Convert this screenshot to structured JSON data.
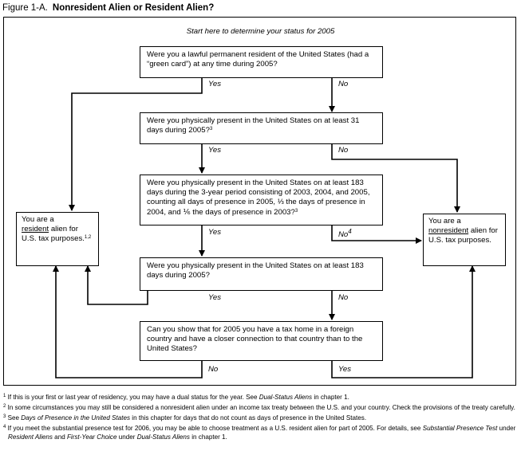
{
  "figure": {
    "number": "Figure 1-A.",
    "title": "Nonresident Alien or Resident Alien?"
  },
  "start_text": "Start here to determine your status for 2005",
  "questions": {
    "q1": "Were you a lawful permanent resident of the United States (had a “green card”) at any time during 2005?",
    "q2": "Were you physically present in the United States on at least 31 days during 2005?",
    "q2_note": "3",
    "q3": "Were you physically present in the United States on at least 183 days during the 3-year period consisting of 2003, 2004, and 2005, counting all days of presence in 2005, ⅓ the days of presence in 2004, and ⅙ the days of presence in 2003?",
    "q3_note": "3",
    "q4": "Were you physically present in the United States on at least 183 days during 2005?",
    "q5": "Can you show that for 2005 you have a tax home in a foreign country and have a closer connection to that country than to the United States?"
  },
  "outcomes": {
    "resident": {
      "pre": "You are a",
      "keyword": "resident",
      "post": "alien for U.S. tax purposes.",
      "note": "1,2"
    },
    "nonresident": {
      "pre": "You are a",
      "keyword": "nonresident",
      "post": "alien for U.S. tax purposes."
    }
  },
  "labels": {
    "yes": "Yes",
    "no": "No",
    "no_note": "4"
  },
  "footnotes": {
    "n1": {
      "mark": "1",
      "text": "If this is your first or last year of residency, you may have a dual status for the year. See ",
      "italic": "Dual-Status Aliens",
      "after": " in chapter 1."
    },
    "n2": {
      "mark": "2",
      "text": "In some circumstances you may still be considered a nonresident alien under an income tax treaty between the U.S. and your country. Check the provisions of the treaty carefully."
    },
    "n3": {
      "mark": "3",
      "text": "See ",
      "italic": "Days of Presence in the United States",
      "after": " in this chapter for days that do not count as days of presence in the United States."
    },
    "n4": {
      "mark": "4",
      "text": "If you meet the substantial presence test for 2006, you may be able to choose treatment as a U.S. resident alien for part of 2005. For details, see ",
      "italic": "Substantial Presence Test",
      "mid": " under ",
      "italic2": "Resident Aliens",
      "mid2": " and ",
      "italic3": "First-Year Choice",
      "mid3": " under ",
      "italic4": "Dual-Status Aliens",
      "after": " in chapter 1."
    }
  }
}
